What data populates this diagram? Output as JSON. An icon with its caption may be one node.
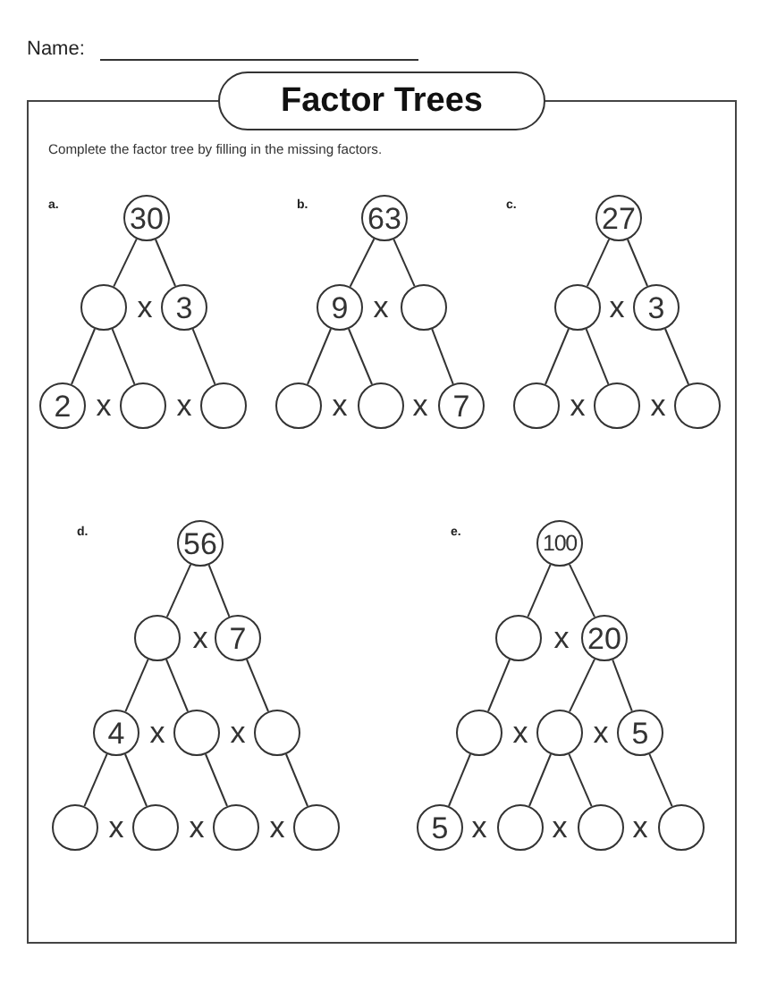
{
  "diagram": {
    "title": "Factor Trees",
    "nodes": [
      {
        "text": [
          "30"
        ]
      },
      {
        "text": [],
        "shape": "circle"
      },
      {
        "text": [
          "3"
        ]
      },
      {
        "text": [
          "2"
        ]
      },
      {
        "text": [],
        "shape": "circle"
      },
      {
        "text": [],
        "shape": "circle"
      },
      {
        "text": [
          "63"
        ]
      },
      {
        "text": [
          "9"
        ]
      },
      {
        "text": [],
        "shape": "circle"
      },
      {
        "text": [],
        "shape": "circle"
      },
      {
        "text": [],
        "shape": "circle"
      },
      {
        "text": [
          "7"
        ]
      },
      {
        "text": [
          "27"
        ]
      },
      {
        "text": [],
        "shape": "circle"
      },
      {
        "text": [
          "3"
        ]
      },
      {
        "text": [],
        "shape": "circle"
      },
      {
        "text": [],
        "shape": "circle"
      },
      {
        "text": [],
        "shape": "circle"
      },
      {
        "text": [
          "56"
        ]
      },
      {
        "text": [],
        "shape": "circle"
      },
      {
        "text": [
          "7"
        ]
      },
      {
        "text": [
          "4"
        ]
      },
      {
        "text": [],
        "shape": "circle"
      },
      {
        "text": [],
        "shape": "circle"
      },
      {
        "text": [],
        "shape": "circle"
      },
      {
        "text": [],
        "shape": "circle"
      },
      {
        "text": [],
        "shape": "circle"
      },
      {
        "text": [],
        "shape": "circle"
      },
      {
        "text": [
          "100"
        ]
      },
      {
        "text": [],
        "shape": "circle"
      },
      {
        "text": [
          "20"
        ]
      },
      {
        "text": [],
        "shape": "circle"
      },
      {
        "text": [],
        "shape": "circle"
      },
      {
        "text": [
          "5"
        ]
      },
      {
        "text": [
          "5"
        ]
      },
      {
        "text": [],
        "shape": "circle"
      },
      {
        "text": [],
        "shape": "circle"
      },
      {
        "text": [],
        "shape": "circle"
      }
    ],
    "edges": [
      {
        "from": 0,
        "to": 1,
        "arrow": "none"
      },
      {
        "from": 0,
        "to": 2,
        "arrow": "none"
      },
      {
        "from": 1,
        "to": 3,
        "arrow": "none"
      },
      {
        "from": 1,
        "to": 4,
        "arrow": "none"
      },
      {
        "from": 2,
        "to": 5,
        "arrow": "none"
      },
      {
        "from": 6,
        "to": 7,
        "arrow": "none"
      },
      {
        "from": 6,
        "to": 8,
        "arrow": "none"
      },
      {
        "from": 7,
        "to": 9,
        "arrow": "none"
      },
      {
        "from": 7,
        "to": 10,
        "arrow": "none"
      },
      {
        "from": 8,
        "to": 11,
        "arrow": "none"
      },
      {
        "from": 12,
        "to": 13,
        "arrow": "none"
      },
      {
        "from": 12,
        "to": 14,
        "arrow": "none"
      },
      {
        "from": 13,
        "to": 15,
        "arrow": "none"
      },
      {
        "from": 13,
        "to": 16,
        "arrow": "none"
      },
      {
        "from": 14,
        "to": 17,
        "arrow": "none"
      },
      {
        "from": 18,
        "to": 19,
        "arrow": "none"
      },
      {
        "from": 18,
        "to": 20,
        "arrow": "none"
      },
      {
        "from": 19,
        "to": 21,
        "arrow": "none"
      },
      {
        "from": 19,
        "to": 22,
        "arrow": "none"
      },
      {
        "from": 20,
        "to": 23,
        "arrow": "none"
      },
      {
        "from": 21,
        "to": 24,
        "arrow": "none"
      },
      {
        "from": 21,
        "to": 25,
        "arrow": "none"
      },
      {
        "from": 22,
        "to": 26,
        "arrow": "none"
      },
      {
        "from": 23,
        "to": 27,
        "arrow": "none"
      },
      {
        "from": 28,
        "to": 29,
        "arrow": "none"
      },
      {
        "from": 28,
        "to": 30,
        "arrow": "none"
      },
      {
        "from": 29,
        "to": 31,
        "arrow": "none"
      },
      {
        "from": 30,
        "to": 32,
        "arrow": "none"
      },
      {
        "from": 30,
        "to": 33,
        "arrow": "none"
      },
      {
        "from": 31,
        "to": 34,
        "arrow": "none"
      },
      {
        "from": 32,
        "to": 35,
        "arrow": "none"
      },
      {
        "from": 32,
        "to": 36,
        "arrow": "none"
      },
      {
        "from": 33,
        "to": 37,
        "arrow": "none"
      }
    ],
    "labels": [
      "Name:",
      "Complete the factor tree by filling in the missing factors.",
      "a.",
      "x",
      "x",
      "x",
      "b.",
      "x",
      "x",
      "x",
      "c.",
      "x",
      "x",
      "x",
      "d.",
      "x",
      "x",
      "x",
      "x",
      "x",
      "x",
      "e.",
      "x",
      "x",
      "x",
      "x",
      "x",
      "x"
    ]
  }
}
